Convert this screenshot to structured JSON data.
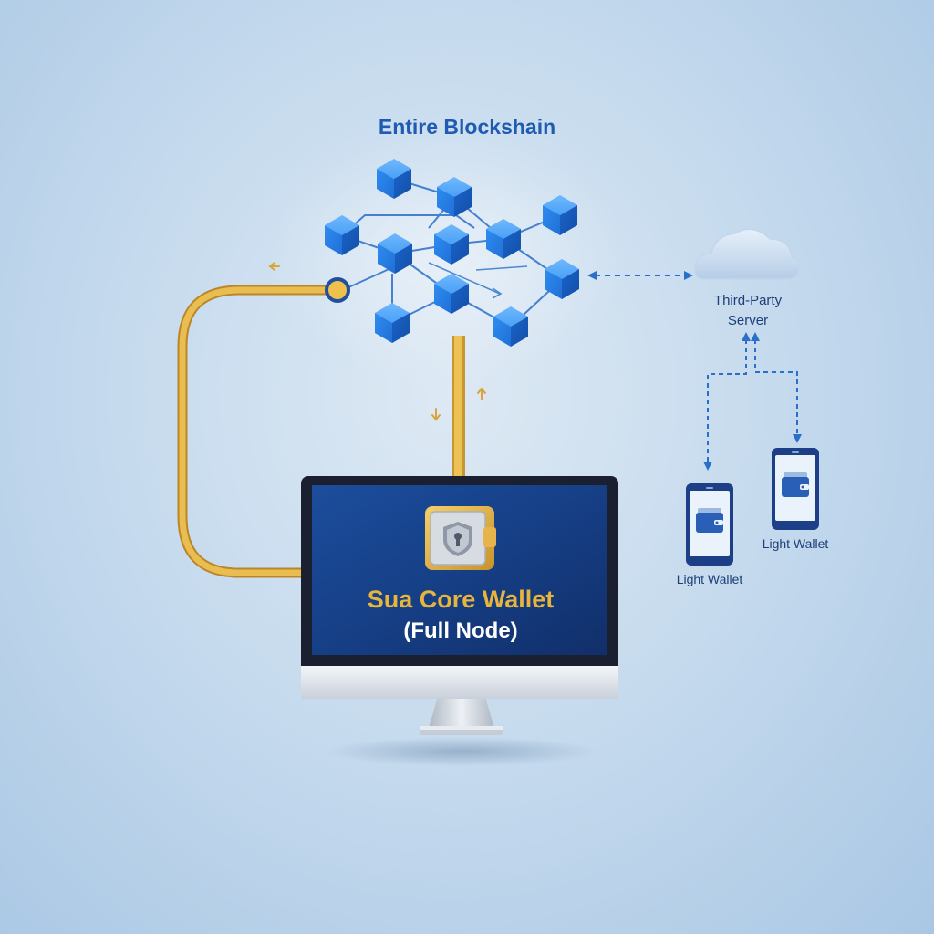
{
  "diagram": {
    "title": "Entire Blockshain",
    "server_label_line1": "Third-Party",
    "server_label_line2": "Server",
    "light_wallet_label": "Light Wallet",
    "full_node_title": "Sua Core Wallet",
    "full_node_subtitle": "(Full Node)"
  },
  "colors": {
    "cube_blue": "#2e8ae8",
    "connector_gold": "#e2b140",
    "screen_navy": "#153f8a",
    "link_blue": "#2a6fc9",
    "text_blue": "#1f5bb0"
  },
  "icons": [
    "cloud-icon",
    "wallet-shield-icon",
    "phone-wallet-icon"
  ]
}
